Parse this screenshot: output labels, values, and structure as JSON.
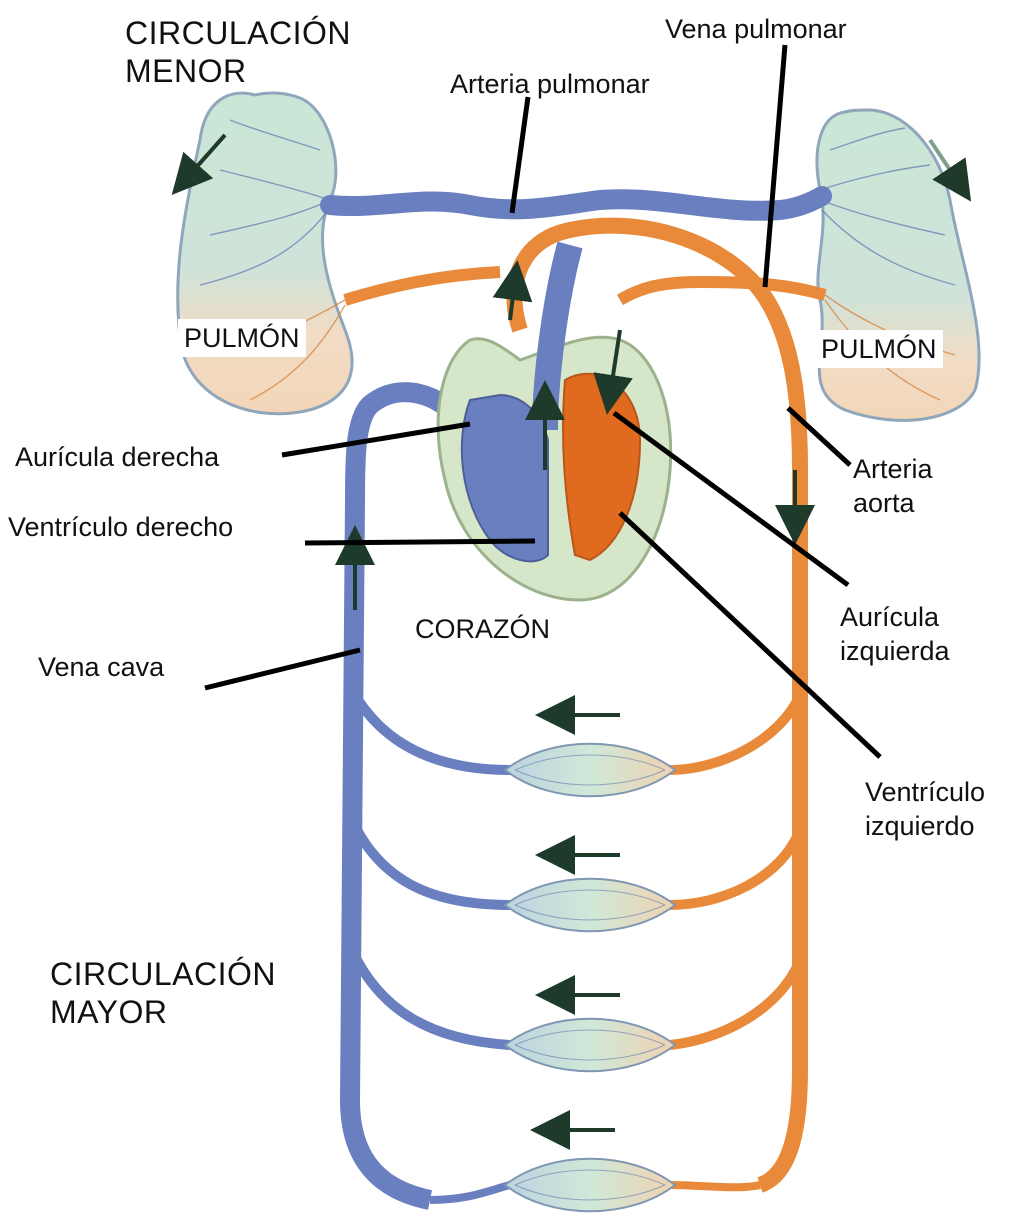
{
  "title_menor": [
    "CIRCULACIÓN",
    "MENOR"
  ],
  "title_mayor": [
    "CIRCULACIÓN",
    "MAYOR"
  ],
  "labels": {
    "vena_pulmonar": "Vena pulmonar",
    "arteria_pulmonar": "Arteria pulmonar",
    "pulmon_left": "PULMÓN",
    "pulmon_right": "PULMÓN",
    "auricula_derecha": "Aurícula derecha",
    "ventriculo_derecho": "Ventrículo derecho",
    "vena_cava": "Vena cava",
    "corazon": "CORAZÓN",
    "arteria_aorta": [
      "Arteria",
      "aorta"
    ],
    "auricula_izquierda": [
      "Aurícula",
      "izquierda"
    ],
    "ventriculo_izquierdo": [
      "Ventrículo",
      "izquierdo"
    ]
  },
  "colors": {
    "venous_blue": "#6a7fbf",
    "arterial_orange": "#e88a3a",
    "capillary_green": "#c9e6d6",
    "heart_outline": "#d6e6c8",
    "leader_line": "#000000"
  }
}
